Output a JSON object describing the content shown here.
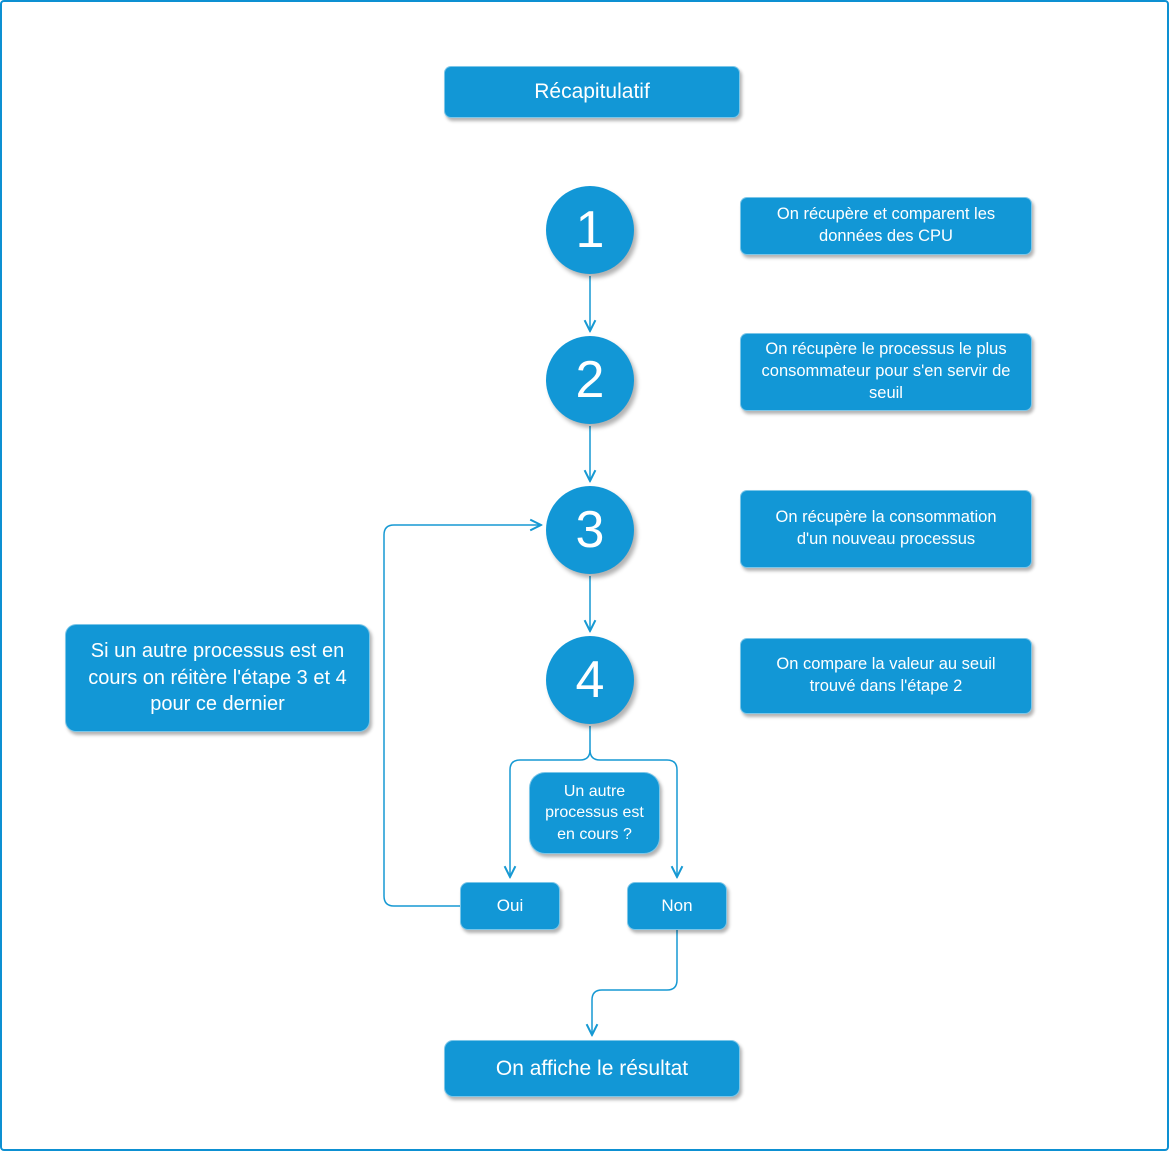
{
  "colors": {
    "node_blue": "#1297d6",
    "connector_blue": "#1699d3",
    "canvas_border": "#0d90d2",
    "text_white": "#ffffff"
  },
  "flowchart": {
    "title": "Récapitulatif",
    "steps": [
      {
        "number": "1",
        "description": "On récupère et comparent les données des CPU"
      },
      {
        "number": "2",
        "description": "On récupère le processus le plus consommateur pour s'en servir de seuil"
      },
      {
        "number": "3",
        "description": "On récupère la consommation d'un nouveau processus"
      },
      {
        "number": "4",
        "description": "On compare la valeur au seuil trouvé dans l'étape 2"
      }
    ],
    "loop_note": "Si un autre processus est en cours on réitère l'étape 3 et 4 pour ce dernier",
    "decision": {
      "question": "Un autre processus est en cours ?",
      "yes_label": "Oui",
      "no_label": "Non"
    },
    "result": "On affiche le résultat"
  }
}
